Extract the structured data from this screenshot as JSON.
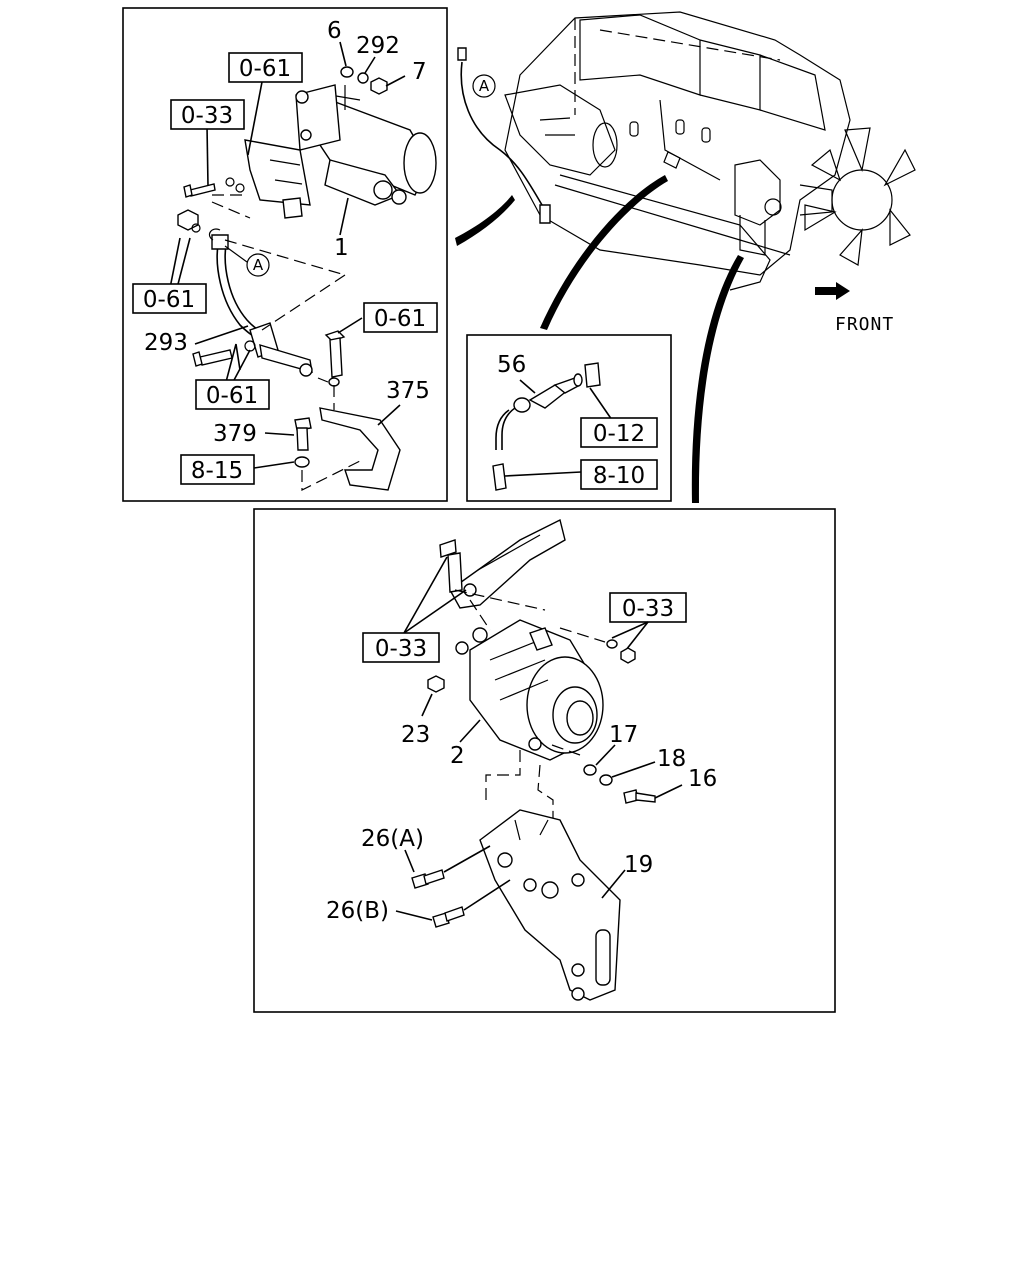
{
  "labels": {
    "p6": "6",
    "p292": "292",
    "p7": "7",
    "p1": "1",
    "p293": "293",
    "p375": "375",
    "p379": "379",
    "p56": "56",
    "p23": "23",
    "p2": "2",
    "p17": "17",
    "p18": "18",
    "p16": "16",
    "p19": "19",
    "p26a": "26(A)",
    "p26b": "26(B)"
  },
  "refs": {
    "r061_top": "0-61",
    "r033_left": "0-33",
    "r061_left": "0-61",
    "r061_right": "0-61",
    "r061_bottom": "0-61",
    "r815": "8-15",
    "r012": "0-12",
    "r810": "8-10",
    "r033_alt_left": "0-33",
    "r033_alt_right": "0-33"
  },
  "callouts": {
    "a_starter": "A",
    "a_engine": "A"
  },
  "front_label": "FRONT"
}
